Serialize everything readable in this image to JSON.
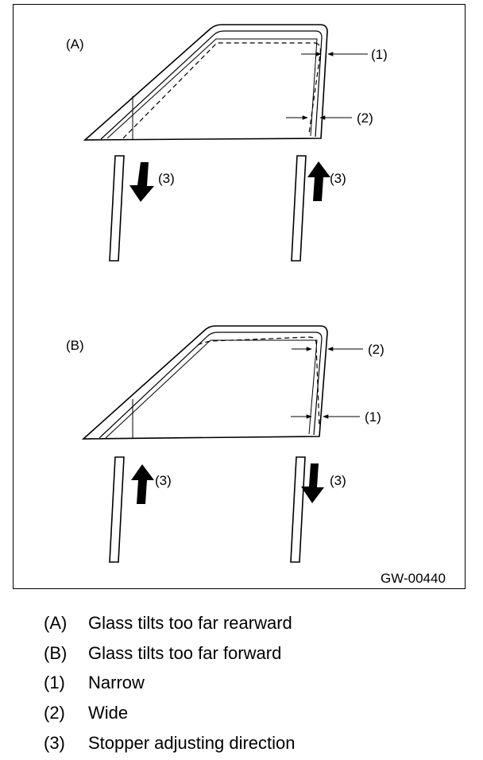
{
  "figure": {
    "code": "GW-00440",
    "panels": [
      {
        "label": "(A)",
        "callouts": [
          "(1)",
          "(2)"
        ],
        "arrow_label": "(3)"
      },
      {
        "label": "(B)",
        "callouts": [
          "(2)",
          "(1)"
        ],
        "arrow_label": "(3)"
      }
    ]
  },
  "legend": [
    {
      "key": "(A)",
      "text": "Glass tilts too far rearward"
    },
    {
      "key": "(B)",
      "text": "Glass tilts too far forward"
    },
    {
      "key": "(1)",
      "text": "Narrow"
    },
    {
      "key": "(2)",
      "text": "Wide"
    },
    {
      "key": "(3)",
      "text": "Stopper adjusting direction"
    }
  ]
}
